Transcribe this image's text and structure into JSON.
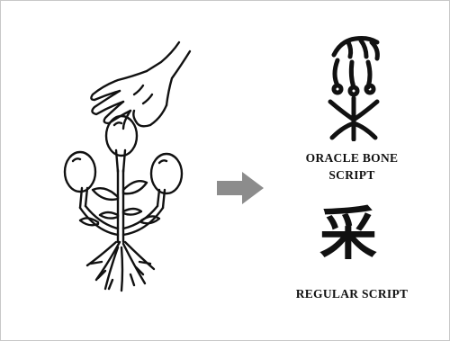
{
  "diagram": {
    "left": {
      "icon": "hand-picking-fruit-from-plant"
    },
    "arrow": {
      "icon": "right-arrow",
      "color": "#8c8c8c"
    },
    "oracle": {
      "icon": "oracle-bone-glyph-cai",
      "label_line1": "ORACLE BONE",
      "label_line2": "SCRIPT"
    },
    "regular": {
      "character": "采",
      "label": "REGULAR SCRIPT"
    }
  }
}
